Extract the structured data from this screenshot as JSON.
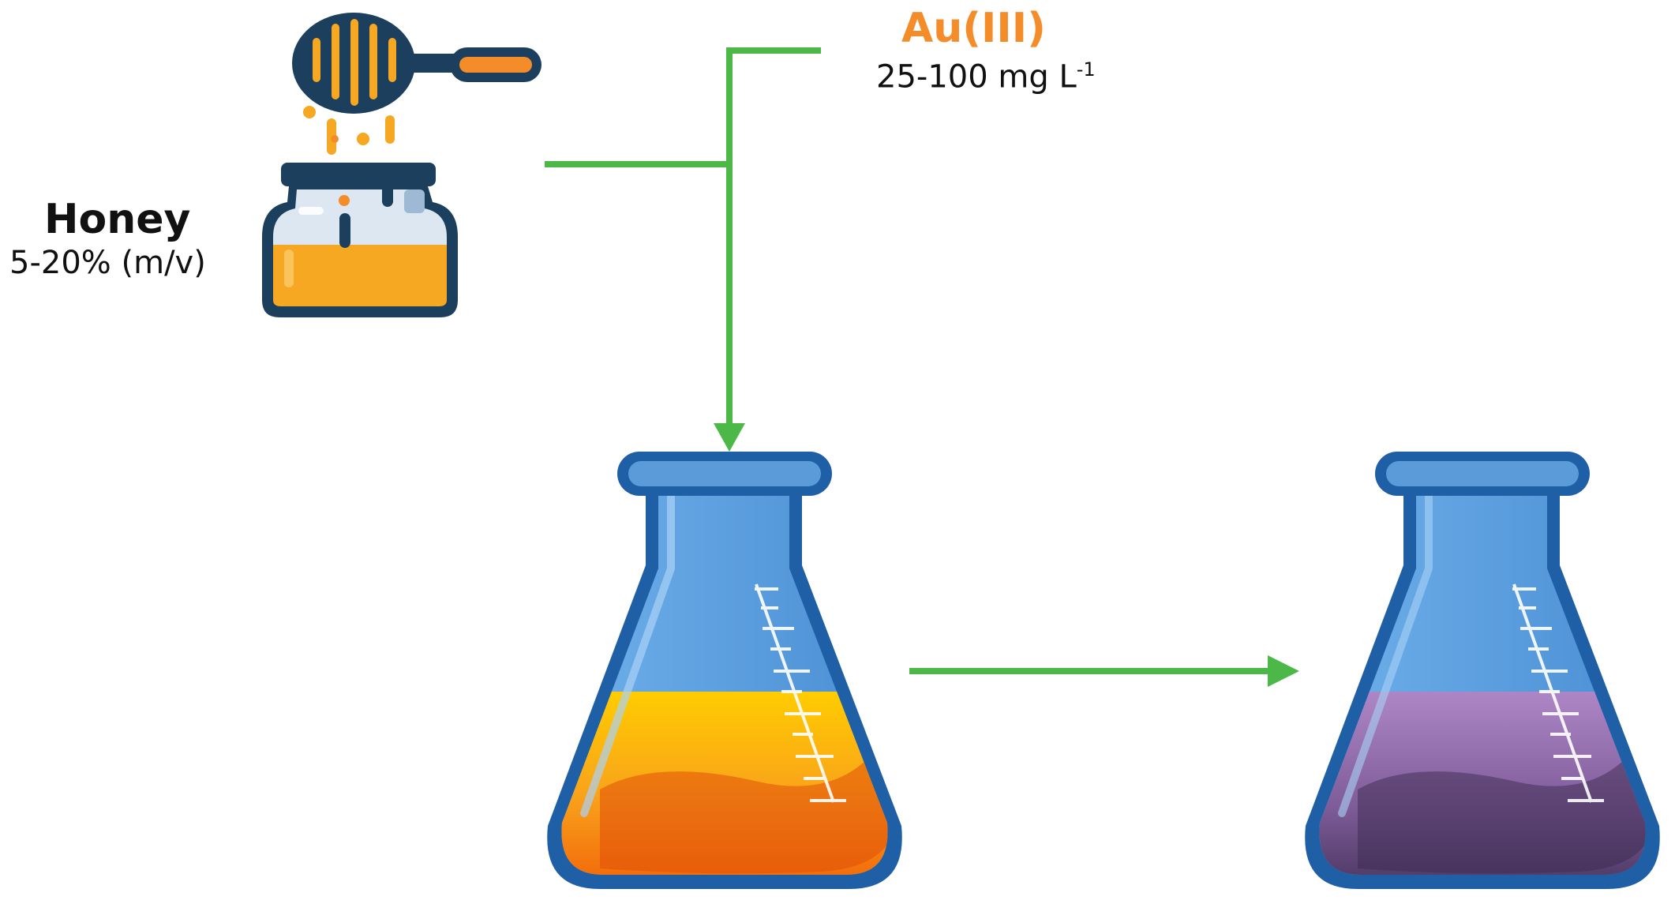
{
  "honey": {
    "title": "Honey",
    "concentration": "5-20% (m/v)"
  },
  "gold": {
    "title": "Au(III)",
    "concentration": "25-100 mg L",
    "concentration_superscript": "-1"
  },
  "colors": {
    "arrow": "#4cb847",
    "gold_label": "#f48c2a",
    "outline": "#1b3f5c",
    "honey": "#f7a823",
    "glass": "#5b9bd9",
    "flask_1_liquid": "#f6a40f",
    "flask_2_liquid": "#8e67a8",
    "tick_marks": "#ffffff"
  },
  "icons": [
    "honey-dipper-icon",
    "honey-jar-icon",
    "erlenmeyer-flask-icon"
  ]
}
